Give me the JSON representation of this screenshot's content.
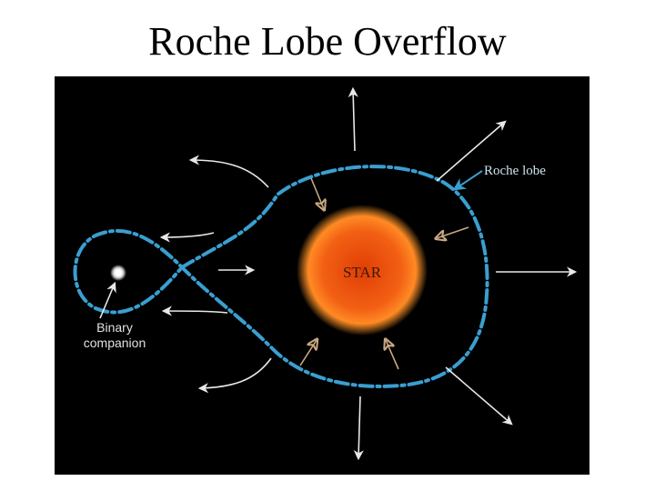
{
  "slide": {
    "title": "Roche Lobe Overflow"
  },
  "diagram": {
    "star_label": "STAR",
    "roche_lobe_label": "Roche lobe",
    "companion_label_line1": "Binary",
    "companion_label_line2": "companion",
    "colors": {
      "background": "#000000",
      "lobe_outline": "#3a9fd0",
      "star_core": "#f15f10",
      "star_glow": "#ff9a2a",
      "arrow_outward": "#e8e8e8",
      "arrow_inward": "#c9a882",
      "label_text": "#cde4f0"
    }
  }
}
